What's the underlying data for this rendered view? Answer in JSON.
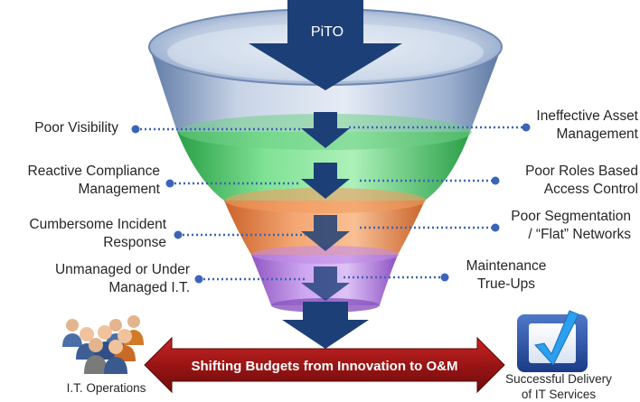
{
  "top_arrow_label": "PiTO",
  "left_items": [
    {
      "lines": [
        "Poor Visibility"
      ]
    },
    {
      "lines": [
        "Reactive Compliance",
        "Management"
      ]
    },
    {
      "lines": [
        "Cumbersome Incident",
        "Response"
      ]
    },
    {
      "lines": [
        "Unmanaged or Under",
        "Managed I.T."
      ]
    }
  ],
  "right_items": [
    {
      "lines": [
        "Ineffective Asset",
        "Management"
      ]
    },
    {
      "lines": [
        "Poor Roles Based",
        "Access Control"
      ]
    },
    {
      "lines": [
        "Poor Segmentation",
        "/ “Flat” Networks"
      ]
    },
    {
      "lines": [
        "Maintenance",
        "True-Ups"
      ]
    }
  ],
  "banner_text": "Shifting Budgets from Innovation to O&M",
  "people_label": "I.T. Operations",
  "check_label_lines": [
    "Successful Delivery",
    "of IT Services"
  ],
  "colors": {
    "arrow": "#1c3f77",
    "banner": "#a01818",
    "band_blue": "#8fa6c8",
    "band_green": "#3fbf5f",
    "band_orange": "#e07a3c",
    "band_purple": "#a66ad6",
    "dot": "#3b64b8",
    "check_box": "#2a52a8",
    "check_mark": "#2aa0ee"
  }
}
